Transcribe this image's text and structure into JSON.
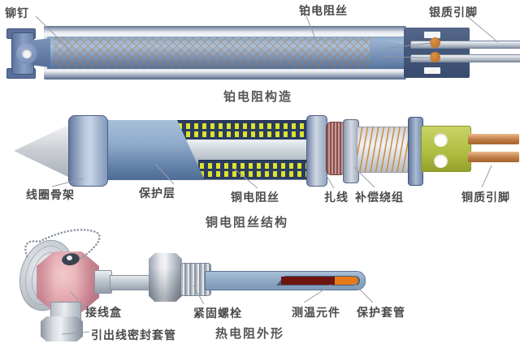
{
  "diagrams": {
    "platinum": {
      "caption": "铂电阻构造",
      "labels": {
        "rivet": "铆钉",
        "platinum_wire": "铂电阻丝",
        "silver_pins": "银质引脚"
      }
    },
    "copper": {
      "caption": "铜电阻丝结构",
      "labels": {
        "coil_skeleton": "线圈骨架",
        "protective_layer": "保护层",
        "copper_wire": "铜电阻丝",
        "tie_wire": "扎线",
        "compensation_winding": "补偿绕组",
        "copper_pins": "铜质引脚"
      }
    },
    "thermal": {
      "caption": "热电阻外形",
      "labels": {
        "junction_box": "接线盒",
        "fastening_bolt": "紧固螺栓",
        "lead_wire_sealing_sleeve": "引出线密封套管",
        "temperature_element": "测温元件",
        "protective_sleeve": "保护套管"
      }
    }
  },
  "colors": {
    "body_blue": "#7d98b8",
    "wire_yellow": "#dce22e",
    "copper_pin": "#c07c44",
    "terminal_green": "#aebc3f",
    "junction_box_pink": "#e0a2ab",
    "element_dark_red": "#6e1511",
    "element_orange": "#e8791a"
  }
}
